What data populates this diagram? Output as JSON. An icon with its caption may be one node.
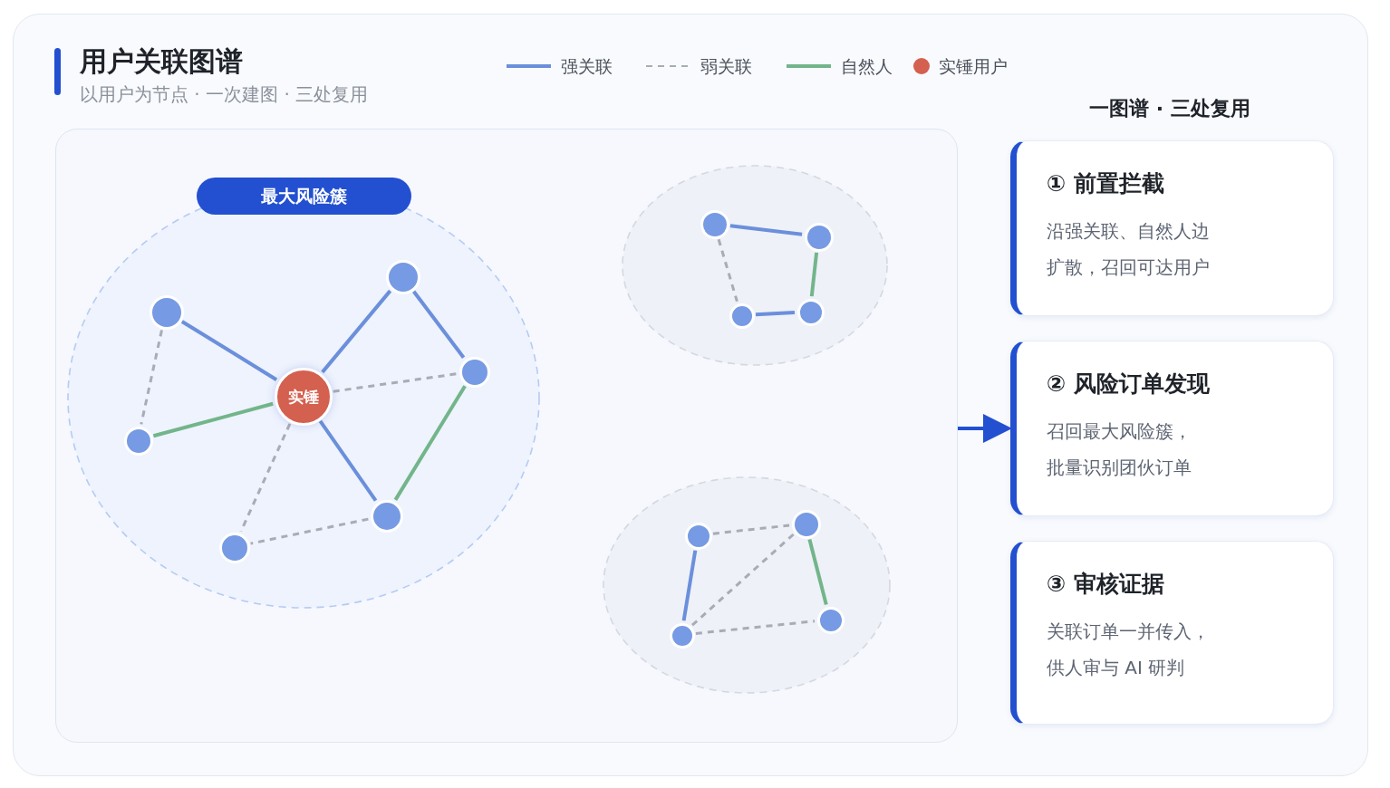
{
  "diagram": {
    "title": "用户关联图谱",
    "nodes": [
      {
        "text": [],
        "shape": "box"
      },
      {
        "text": [
          "最大风险簇"
        ],
        "in": 0
      },
      {
        "text": [
          "实锤"
        ],
        "in": 1
      },
      {
        "text": [],
        "shape": "circle",
        "in": 1
      },
      {
        "text": [],
        "shape": "circle",
        "in": 1
      },
      {
        "text": [],
        "shape": "circle",
        "in": 1
      },
      {
        "text": [],
        "shape": "circle",
        "in": 1
      },
      {
        "text": [],
        "shape": "circle",
        "in": 1
      },
      {
        "text": [],
        "shape": "circle",
        "in": 1
      },
      {
        "text": [],
        "shape": "circle",
        "in": 0
      },
      {
        "text": [],
        "shape": "circle",
        "in": 9
      },
      {
        "text": [],
        "shape": "circle",
        "in": 9
      },
      {
        "text": [],
        "shape": "circle",
        "in": 9
      },
      {
        "text": [],
        "shape": "circle",
        "in": 9
      },
      {
        "text": [],
        "shape": "circle",
        "in": 0
      },
      {
        "text": [],
        "shape": "circle",
        "in": 14
      },
      {
        "text": [],
        "shape": "circle",
        "in": 14
      },
      {
        "text": [],
        "shape": "circle",
        "in": 14
      },
      {
        "text": [],
        "shape": "circle",
        "in": 14
      },
      {
        "text": [
          "① 前置拦截",
          "沿强关联、自然人边扩散，召回可达用户"
        ]
      },
      {
        "text": [
          "② 风险订单发现",
          "召回最大风险簇，批量识别团伙订单"
        ]
      },
      {
        "text": [
          "③ 审核证据",
          "关联订单一并传入，供人审与 AI 研判"
        ]
      }
    ],
    "edges": [
      {
        "from": 2,
        "to": 4,
        "arrow": "none",
        "color": "#6b8fdb"
      },
      {
        "from": 2,
        "to": 3,
        "arrow": "none",
        "color": "#6b8fdb"
      },
      {
        "from": 2,
        "to": 7,
        "arrow": "none",
        "color": "#6b8fdb"
      },
      {
        "from": 3,
        "to": 5,
        "arrow": "none",
        "color": "#6b8fdb"
      },
      {
        "from": 2,
        "to": 5,
        "arrow": "none",
        "style": "dashed",
        "color": "#a8acb4"
      },
      {
        "from": 2,
        "to": 6,
        "arrow": "none",
        "color": "#72b58a"
      },
      {
        "from": 2,
        "to": 8,
        "arrow": "none",
        "style": "dashed",
        "color": "#a8acb4"
      },
      {
        "from": 4,
        "to": 6,
        "arrow": "none",
        "style": "dashed",
        "color": "#a8acb4"
      },
      {
        "from": 5,
        "to": 7,
        "arrow": "none",
        "color": "#72b58a"
      },
      {
        "from": 7,
        "to": 8,
        "arrow": "none",
        "style": "dashed",
        "color": "#a8acb4"
      },
      {
        "from": 10,
        "to": 11,
        "arrow": "none",
        "color": "#6b8fdb"
      },
      {
        "from": 10,
        "to": 13,
        "arrow": "none",
        "style": "dashed",
        "color": "#a8acb4"
      },
      {
        "from": 11,
        "to": 12,
        "arrow": "none",
        "color": "#72b58a"
      },
      {
        "from": 13,
        "to": 12,
        "arrow": "none",
        "color": "#6b8fdb"
      },
      {
        "from": 16,
        "to": 15,
        "arrow": "none",
        "style": "dashed",
        "color": "#a8acb4"
      },
      {
        "from": 16,
        "to": 18,
        "arrow": "none",
        "color": "#6b8fdb"
      },
      {
        "from": 15,
        "to": 17,
        "arrow": "none",
        "color": "#72b58a"
      },
      {
        "from": 15,
        "to": 18,
        "arrow": "none",
        "style": "dashed",
        "color": "#a8acb4"
      },
      {
        "from": 18,
        "to": 17,
        "arrow": "none",
        "style": "dashed",
        "color": "#a8acb4"
      },
      {
        "from": 0,
        "to": 20,
        "arrow": "to",
        "color": "#2350d0"
      }
    ],
    "labels": [
      "以用户为节点 · 一次建图 · 三处复用",
      "一图谱 · 三处复用"
    ],
    "legend": [
      {
        "text": "强关联"
      },
      {
        "text": "弱关联"
      },
      {
        "text": "自然人"
      },
      {
        "text": "实锤用户",
        "color": "#d4604f"
      }
    ]
  }
}
